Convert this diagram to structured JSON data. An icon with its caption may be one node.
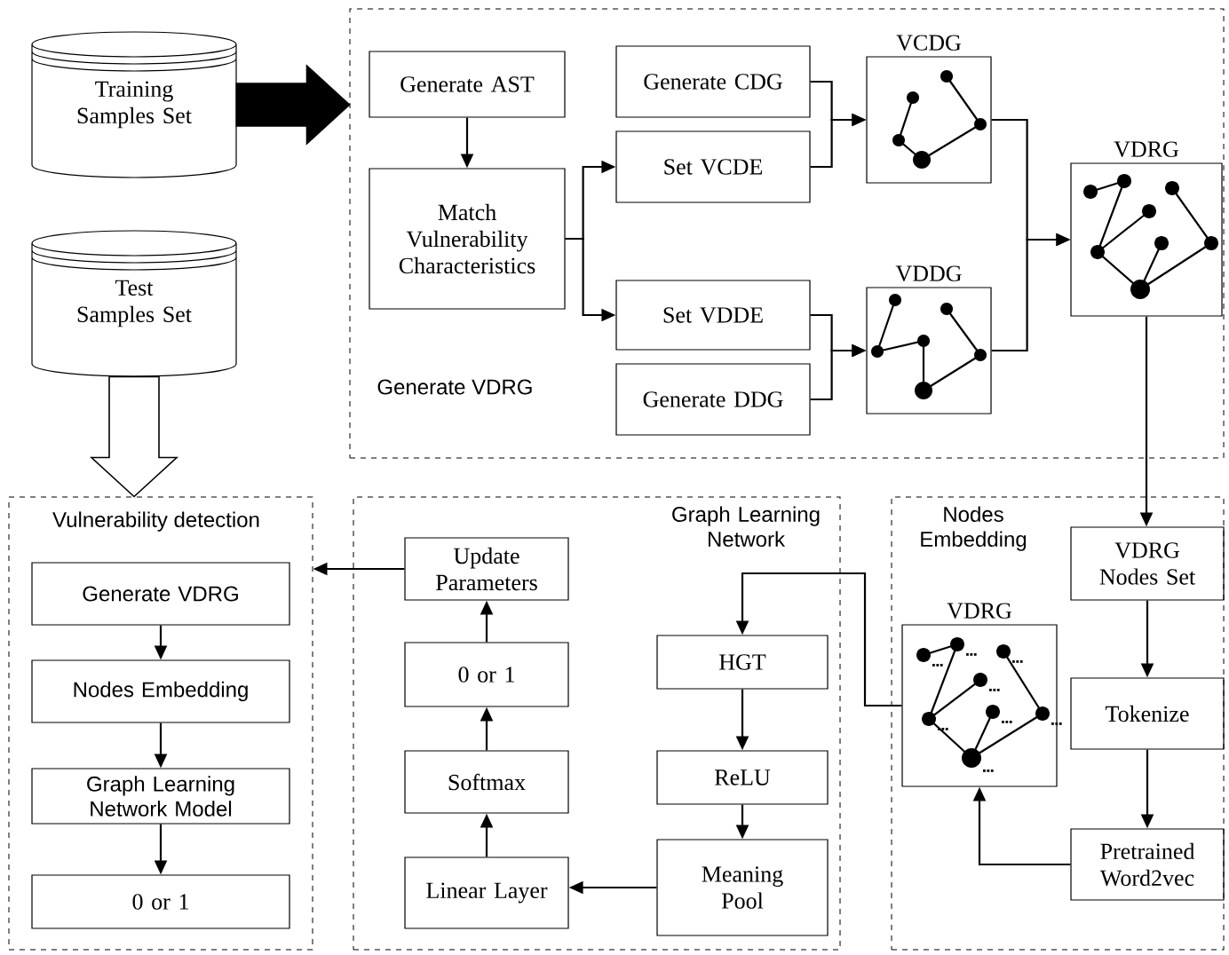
{
  "diagram": {
    "nodes": [
      {
        "text": [
          "Training Samples Set"
        ]
      },
      {
        "text": [
          "Test Samples Set"
        ]
      },
      {
        "text": [
          "Generate VDRG"
        ]
      },
      {
        "text": [
          "Generate AST"
        ],
        "in": 2
      },
      {
        "text": [
          "Match Vulnerability Characteristics"
        ],
        "in": 2
      },
      {
        "text": [
          "Generate CDG"
        ],
        "in": 2
      },
      {
        "text": [
          "Set VCDE"
        ],
        "in": 2
      },
      {
        "text": [
          "Set VDDE"
        ],
        "in": 2
      },
      {
        "text": [
          "Generate DDG"
        ],
        "in": 2
      },
      {
        "text": [
          "VCDG"
        ],
        "in": 2
      },
      {
        "text": [
          "VDDG"
        ],
        "in": 2
      },
      {
        "text": [
          "VDRG"
        ],
        "in": 2
      },
      {
        "text": [
          "Vulnerability detection"
        ]
      },
      {
        "text": [
          "Generate VDRG"
        ],
        "in": 12
      },
      {
        "text": [
          "Nodes Embedding"
        ],
        "in": 12
      },
      {
        "text": [
          "Graph Learning Network Model"
        ],
        "in": 12
      },
      {
        "text": [
          "0 or 1"
        ],
        "in": 12
      },
      {
        "text": [
          "Graph Learning Network"
        ]
      },
      {
        "text": [
          "Update Parameters"
        ],
        "in": 17
      },
      {
        "text": [
          "0 or 1"
        ],
        "in": 17
      },
      {
        "text": [
          "Softmax"
        ],
        "in": 17
      },
      {
        "text": [
          "Linear Layer"
        ],
        "in": 17
      },
      {
        "text": [
          "HGT"
        ],
        "in": 17
      },
      {
        "text": [
          "ReLU"
        ],
        "in": 17
      },
      {
        "text": [
          "Meaning Pool"
        ],
        "in": 17
      },
      {
        "text": [
          "Nodes Embedding"
        ]
      },
      {
        "text": [
          "VDRG"
        ],
        "in": 25
      },
      {
        "text": [
          "VDRG Nodes Set"
        ],
        "in": 25
      },
      {
        "text": [
          "Tokenize"
        ],
        "in": 25
      },
      {
        "text": [
          "Pretrained Word2vec"
        ],
        "in": 25
      }
    ],
    "edges": [
      {
        "from": 0,
        "to": 2,
        "arrow": "to",
        "style": "thick"
      },
      {
        "from": 1,
        "to": 12,
        "arrow": "to",
        "style": "thick",
        "color": "#ffffff"
      },
      {
        "from": 3,
        "to": 4,
        "arrow": "to"
      },
      {
        "from": 4,
        "to": 6,
        "arrow": "to"
      },
      {
        "from": 4,
        "to": 7,
        "arrow": "to"
      },
      {
        "from": 5,
        "to": 9,
        "arrow": "to"
      },
      {
        "from": 6,
        "to": 9,
        "arrow": "to"
      },
      {
        "from": 7,
        "to": 10,
        "arrow": "to"
      },
      {
        "from": 8,
        "to": 10,
        "arrow": "to"
      },
      {
        "from": 9,
        "to": 11,
        "arrow": "to"
      },
      {
        "from": 10,
        "to": 11,
        "arrow": "to"
      },
      {
        "from": 11,
        "to": 27,
        "arrow": "to"
      },
      {
        "from": 27,
        "to": 28,
        "arrow": "to"
      },
      {
        "from": 28,
        "to": 29,
        "arrow": "to"
      },
      {
        "from": 29,
        "to": 26,
        "arrow": "to"
      },
      {
        "from": 26,
        "to": 22,
        "arrow": "to"
      },
      {
        "from": 22,
        "to": 23,
        "arrow": "to"
      },
      {
        "from": 23,
        "to": 24,
        "arrow": "to"
      },
      {
        "from": 24,
        "to": 21,
        "arrow": "to"
      },
      {
        "from": 21,
        "to": 20,
        "arrow": "to"
      },
      {
        "from": 20,
        "to": 19,
        "arrow": "to"
      },
      {
        "from": 19,
        "to": 18,
        "arrow": "to"
      },
      {
        "from": 18,
        "to": 12,
        "arrow": "to"
      },
      {
        "from": 13,
        "to": 14,
        "arrow": "to"
      },
      {
        "from": 14,
        "to": 15,
        "arrow": "to"
      },
      {
        "from": 15,
        "to": 16,
        "arrow": "to"
      }
    ]
  }
}
